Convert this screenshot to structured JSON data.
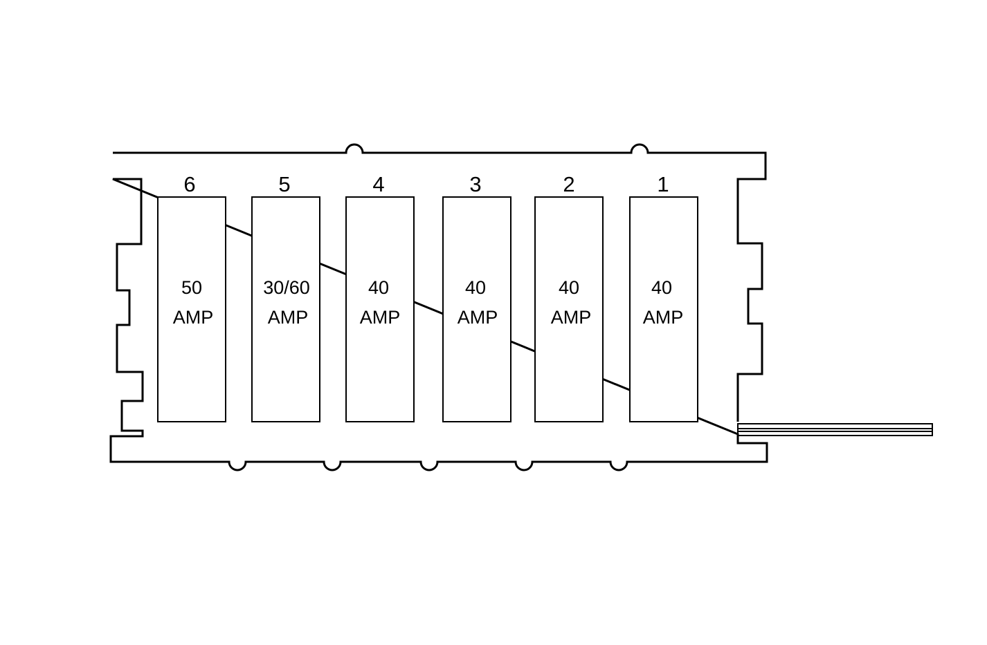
{
  "fuses": [
    {
      "position": "6",
      "value": "50",
      "unit": "AMP"
    },
    {
      "position": "5",
      "value": "30/60",
      "unit": "AMP"
    },
    {
      "position": "4",
      "value": "40",
      "unit": "AMP"
    },
    {
      "position": "3",
      "value": "40",
      "unit": "AMP"
    },
    {
      "position": "2",
      "value": "40",
      "unit": "AMP"
    },
    {
      "position": "1",
      "value": "40",
      "unit": "AMP"
    }
  ]
}
